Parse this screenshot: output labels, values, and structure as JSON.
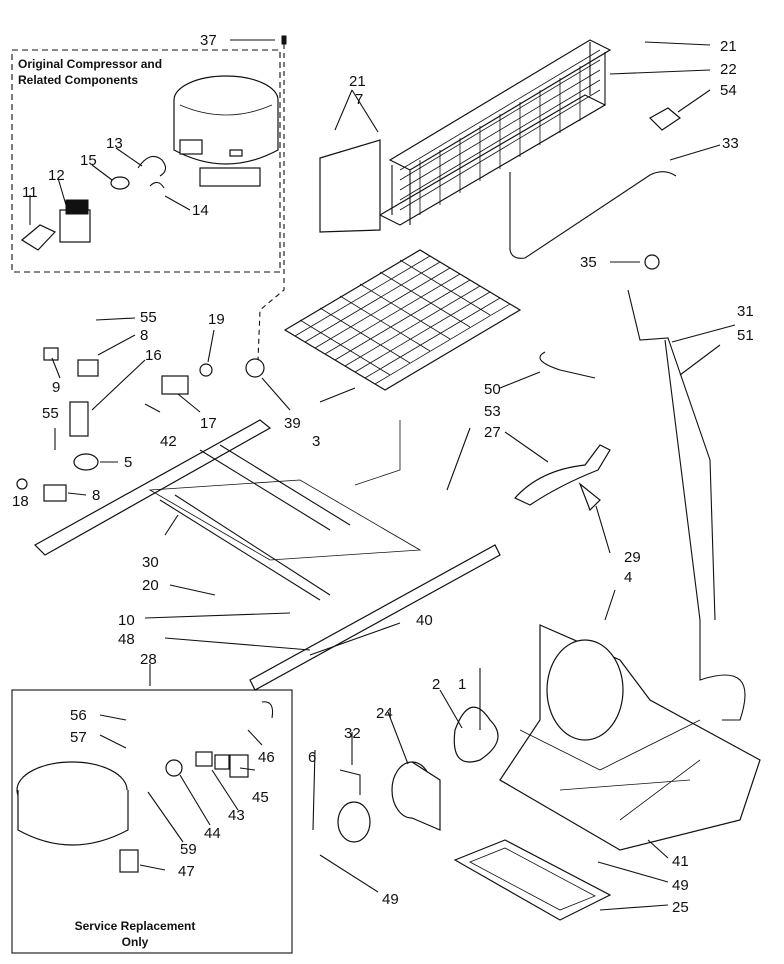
{
  "boxes": {
    "original_title_line1": "Original Compressor and",
    "original_title_line2": "Related Components",
    "service_title_line1": "Service Replacement",
    "service_title_line2": "Only"
  },
  "labels": {
    "p37": "37",
    "p21a": "21",
    "p22": "22",
    "p54": "54",
    "p33": "33",
    "p21b": "21",
    "p7": "7",
    "p13": "13",
    "p15": "15",
    "p12": "12",
    "p11": "11",
    "p14": "14",
    "p35": "35",
    "p31": "31",
    "p51": "51",
    "p55a": "55",
    "p8a": "8",
    "p19": "19",
    "p16": "16",
    "p9": "9",
    "p55b": "55",
    "p17": "17",
    "p42": "42",
    "p39": "39",
    "p3": "3",
    "p50": "50",
    "p53": "53",
    "p27": "27",
    "p5": "5",
    "p8b": "8",
    "p18": "18",
    "p30": "30",
    "p20": "20",
    "p10": "10",
    "p40": "40",
    "p48": "48",
    "p28": "28",
    "p29": "29",
    "p4": "4",
    "p1": "1",
    "p2": "2",
    "p24": "24",
    "p32": "32",
    "p6": "6",
    "p56": "56",
    "p57": "57",
    "p46": "46",
    "p45": "45",
    "p43": "43",
    "p44": "44",
    "p59": "59",
    "p47": "47",
    "p41": "41",
    "p49a": "49",
    "p49b": "49",
    "p25": "25"
  }
}
